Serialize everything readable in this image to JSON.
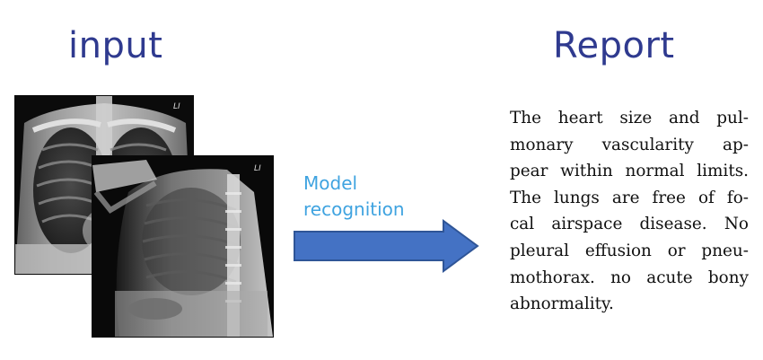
{
  "titles": {
    "input": "input",
    "report": "Report"
  },
  "xray_images": {
    "frontal_marker": "LI",
    "lateral_marker": "LI"
  },
  "arrow": {
    "label_line1": "Model",
    "label_line2": "recognition",
    "color": "#4472c4"
  },
  "report": {
    "lines": [
      "The heart size and pul-",
      "monary vascularity ap-",
      "pear within normal limits.",
      "The lungs are free of fo-",
      "cal airspace disease. No",
      "pleural effusion or pneu-",
      "mothorax. no acute bony",
      "abnormality."
    ]
  },
  "colors": {
    "title": "#2f3a8f",
    "arrow_label": "#3fa3e0",
    "arrow_fill": "#4472c4"
  }
}
